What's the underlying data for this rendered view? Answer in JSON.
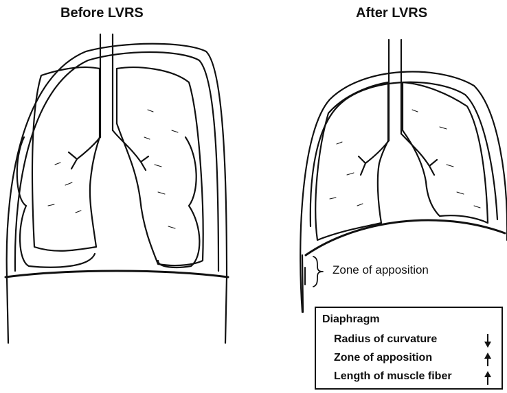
{
  "titles": {
    "before": "Before LVRS",
    "after": "After LVRS"
  },
  "annotation": {
    "zone": "Zone of apposition"
  },
  "legend": {
    "title": "Diaphragm",
    "items": [
      {
        "label": "Radius of curvature",
        "change": "decrease",
        "icon": "down-arrow-icon"
      },
      {
        "label": "Zone of apposition",
        "change": "increase",
        "icon": "up-arrow-icon"
      },
      {
        "label": "Length of muscle fiber",
        "change": "increase",
        "icon": "up-arrow-icon"
      }
    ]
  }
}
